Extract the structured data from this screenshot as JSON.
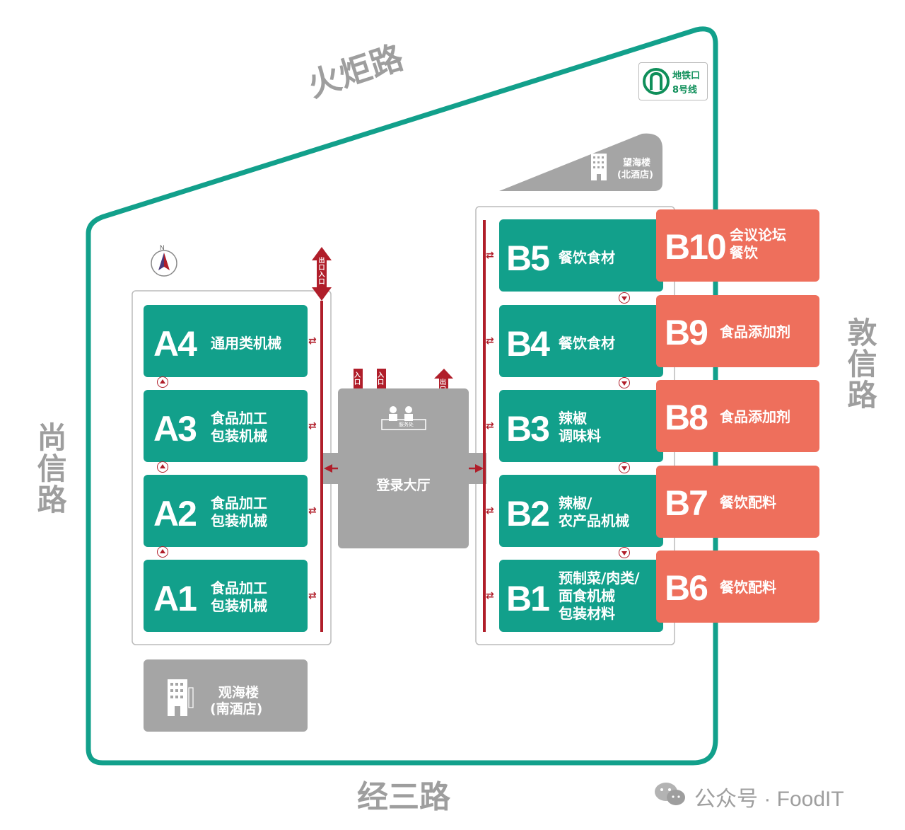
{
  "roads": {
    "north": "火炬路",
    "west": "尚信路",
    "east": "敦信路",
    "south": "经三路"
  },
  "metro": {
    "line1": "地铁口",
    "line2": "8号线"
  },
  "north_hotel": {
    "line1": "望海楼",
    "line2": "(北酒店)"
  },
  "south_hotel": {
    "line1": "观海楼",
    "line2": "(南酒店)"
  },
  "compass": {
    "label": "N"
  },
  "lobby": {
    "label": "登录大厅",
    "service": "服务处"
  },
  "gates": {
    "exit_entry_top": [
      "出口",
      "入口"
    ],
    "entry1": "入口",
    "entry2": "入口",
    "exit": "出口"
  },
  "halls_a": [
    {
      "code": "A4",
      "desc": "通用类机械"
    },
    {
      "code": "A3",
      "desc": "食品加工\n包装机械"
    },
    {
      "code": "A2",
      "desc": "食品加工\n包装机械"
    },
    {
      "code": "A1",
      "desc": "食品加工\n包装机械"
    }
  ],
  "halls_b": [
    {
      "code": "B5",
      "desc": "餐饮食材"
    },
    {
      "code": "B4",
      "desc": "餐饮食材"
    },
    {
      "code": "B3",
      "desc": "辣椒\n调味料"
    },
    {
      "code": "B2",
      "desc": "辣椒/\n农产品机械"
    },
    {
      "code": "B1",
      "desc": "预制菜/肉类/\n面食机械\n包装材料"
    }
  ],
  "halls_b2": [
    {
      "code": "B10",
      "desc": "会议论坛\n餐饮"
    },
    {
      "code": "B9",
      "desc": "食品添加剂"
    },
    {
      "code": "B8",
      "desc": "食品添加剂"
    },
    {
      "code": "B7",
      "desc": "餐饮配料"
    },
    {
      "code": "B6",
      "desc": "餐饮配料"
    }
  ],
  "watermark": "公众号 · FoodIT",
  "colors": {
    "green": "#12a08b",
    "coral": "#ee6f5c",
    "grey": "#a5a5a5",
    "red": "#b01e2a",
    "road": "#9e9e9e"
  }
}
